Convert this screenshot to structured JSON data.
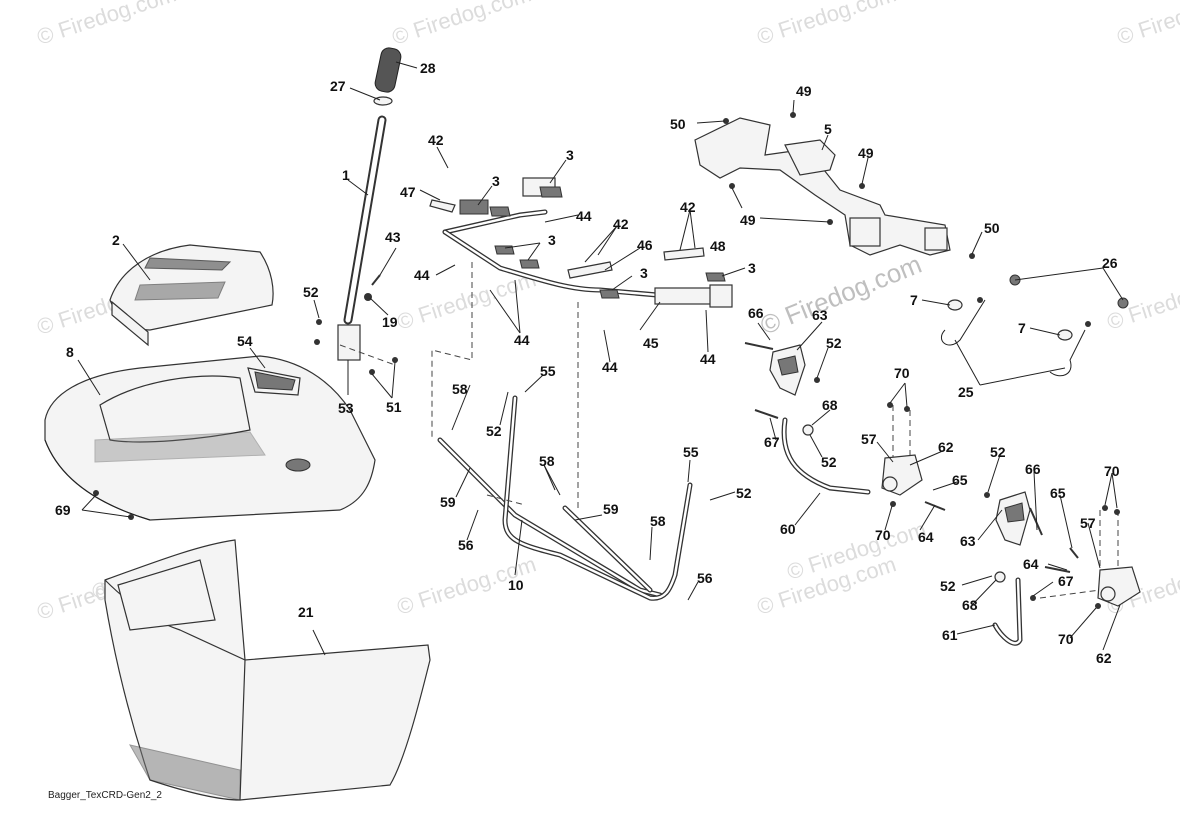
{
  "diagram": {
    "reference_label": "Bagger_TexCRD-Gen2_2",
    "watermark_text": "© Firedog.com",
    "callouts": [
      {
        "id": "c1",
        "label": "1"
      },
      {
        "id": "c2",
        "label": "2"
      },
      {
        "id": "c3a",
        "label": "3"
      },
      {
        "id": "c3b",
        "label": "3"
      },
      {
        "id": "c3c",
        "label": "3"
      },
      {
        "id": "c3d",
        "label": "3"
      },
      {
        "id": "c3e",
        "label": "3"
      },
      {
        "id": "c5",
        "label": "5"
      },
      {
        "id": "c7a",
        "label": "7"
      },
      {
        "id": "c7b",
        "label": "7"
      },
      {
        "id": "c8",
        "label": "8"
      },
      {
        "id": "c10",
        "label": "10"
      },
      {
        "id": "c19",
        "label": "19"
      },
      {
        "id": "c21",
        "label": "21"
      },
      {
        "id": "c25",
        "label": "25"
      },
      {
        "id": "c26",
        "label": "26"
      },
      {
        "id": "c27",
        "label": "27"
      },
      {
        "id": "c28",
        "label": "28"
      },
      {
        "id": "c42a",
        "label": "42"
      },
      {
        "id": "c42b",
        "label": "42"
      },
      {
        "id": "c42c",
        "label": "42"
      },
      {
        "id": "c43",
        "label": "43"
      },
      {
        "id": "c44a",
        "label": "44"
      },
      {
        "id": "c44b",
        "label": "44"
      },
      {
        "id": "c44c",
        "label": "44"
      },
      {
        "id": "c44d",
        "label": "44"
      },
      {
        "id": "c44e",
        "label": "44"
      },
      {
        "id": "c45",
        "label": "45"
      },
      {
        "id": "c46",
        "label": "46"
      },
      {
        "id": "c47",
        "label": "47"
      },
      {
        "id": "c48",
        "label": "48"
      },
      {
        "id": "c49a",
        "label": "49"
      },
      {
        "id": "c49b",
        "label": "49"
      },
      {
        "id": "c49c",
        "label": "49"
      },
      {
        "id": "c50a",
        "label": "50"
      },
      {
        "id": "c50b",
        "label": "50"
      },
      {
        "id": "c51",
        "label": "51"
      },
      {
        "id": "c52a",
        "label": "52"
      },
      {
        "id": "c52b",
        "label": "52"
      },
      {
        "id": "c52c",
        "label": "52"
      },
      {
        "id": "c52d",
        "label": "52"
      },
      {
        "id": "c52e",
        "label": "52"
      },
      {
        "id": "c52f",
        "label": "52"
      },
      {
        "id": "c52g",
        "label": "52"
      },
      {
        "id": "c53",
        "label": "53"
      },
      {
        "id": "c54",
        "label": "54"
      },
      {
        "id": "c55a",
        "label": "55"
      },
      {
        "id": "c55b",
        "label": "55"
      },
      {
        "id": "c56a",
        "label": "56"
      },
      {
        "id": "c56b",
        "label": "56"
      },
      {
        "id": "c57a",
        "label": "57"
      },
      {
        "id": "c57b",
        "label": "57"
      },
      {
        "id": "c58a",
        "label": "58"
      },
      {
        "id": "c58b",
        "label": "58"
      },
      {
        "id": "c58c",
        "label": "58"
      },
      {
        "id": "c59a",
        "label": "59"
      },
      {
        "id": "c59b",
        "label": "59"
      },
      {
        "id": "c60",
        "label": "60"
      },
      {
        "id": "c61",
        "label": "61"
      },
      {
        "id": "c62a",
        "label": "62"
      },
      {
        "id": "c62b",
        "label": "62"
      },
      {
        "id": "c63a",
        "label": "63"
      },
      {
        "id": "c63b",
        "label": "63"
      },
      {
        "id": "c64a",
        "label": "64"
      },
      {
        "id": "c64b",
        "label": "64"
      },
      {
        "id": "c65a",
        "label": "65"
      },
      {
        "id": "c65b",
        "label": "65"
      },
      {
        "id": "c66a",
        "label": "66"
      },
      {
        "id": "c66b",
        "label": "66"
      },
      {
        "id": "c67a",
        "label": "67"
      },
      {
        "id": "c67b",
        "label": "67"
      },
      {
        "id": "c68a",
        "label": "68"
      },
      {
        "id": "c68b",
        "label": "68"
      },
      {
        "id": "c69",
        "label": "69"
      },
      {
        "id": "c70a",
        "label": "70"
      },
      {
        "id": "c70b",
        "label": "70"
      },
      {
        "id": "c70c",
        "label": "70"
      },
      {
        "id": "c70d",
        "label": "70"
      }
    ]
  }
}
